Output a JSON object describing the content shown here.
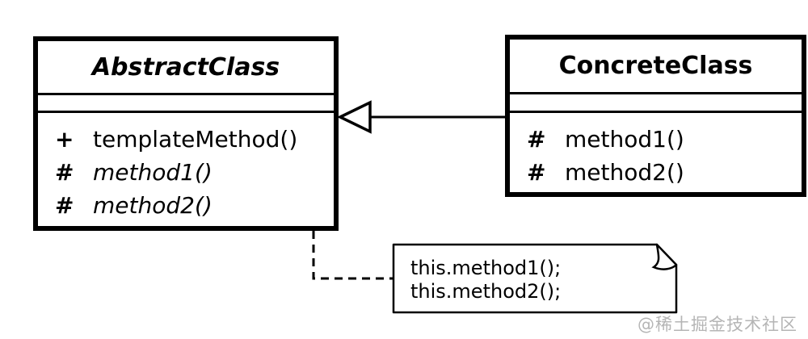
{
  "diagram": {
    "abstract_class": {
      "title": "AbstractClass",
      "methods": [
        {
          "visibility": "+",
          "name": "templateMethod()"
        },
        {
          "visibility": "#",
          "name": "method1()"
        },
        {
          "visibility": "#",
          "name": "method2()"
        }
      ]
    },
    "concrete_class": {
      "title": "ConcreteClass",
      "methods": [
        {
          "visibility": "#",
          "name": "method1()"
        },
        {
          "visibility": "#",
          "name": "method2()"
        }
      ]
    },
    "note": {
      "line1": "this.method1();",
      "line2": "this.method2();"
    },
    "watermark": "@稀土掘金技术社区",
    "colors": {
      "stroke": "#000000",
      "background": "#ffffff",
      "watermark": "#b5b5b5"
    }
  }
}
